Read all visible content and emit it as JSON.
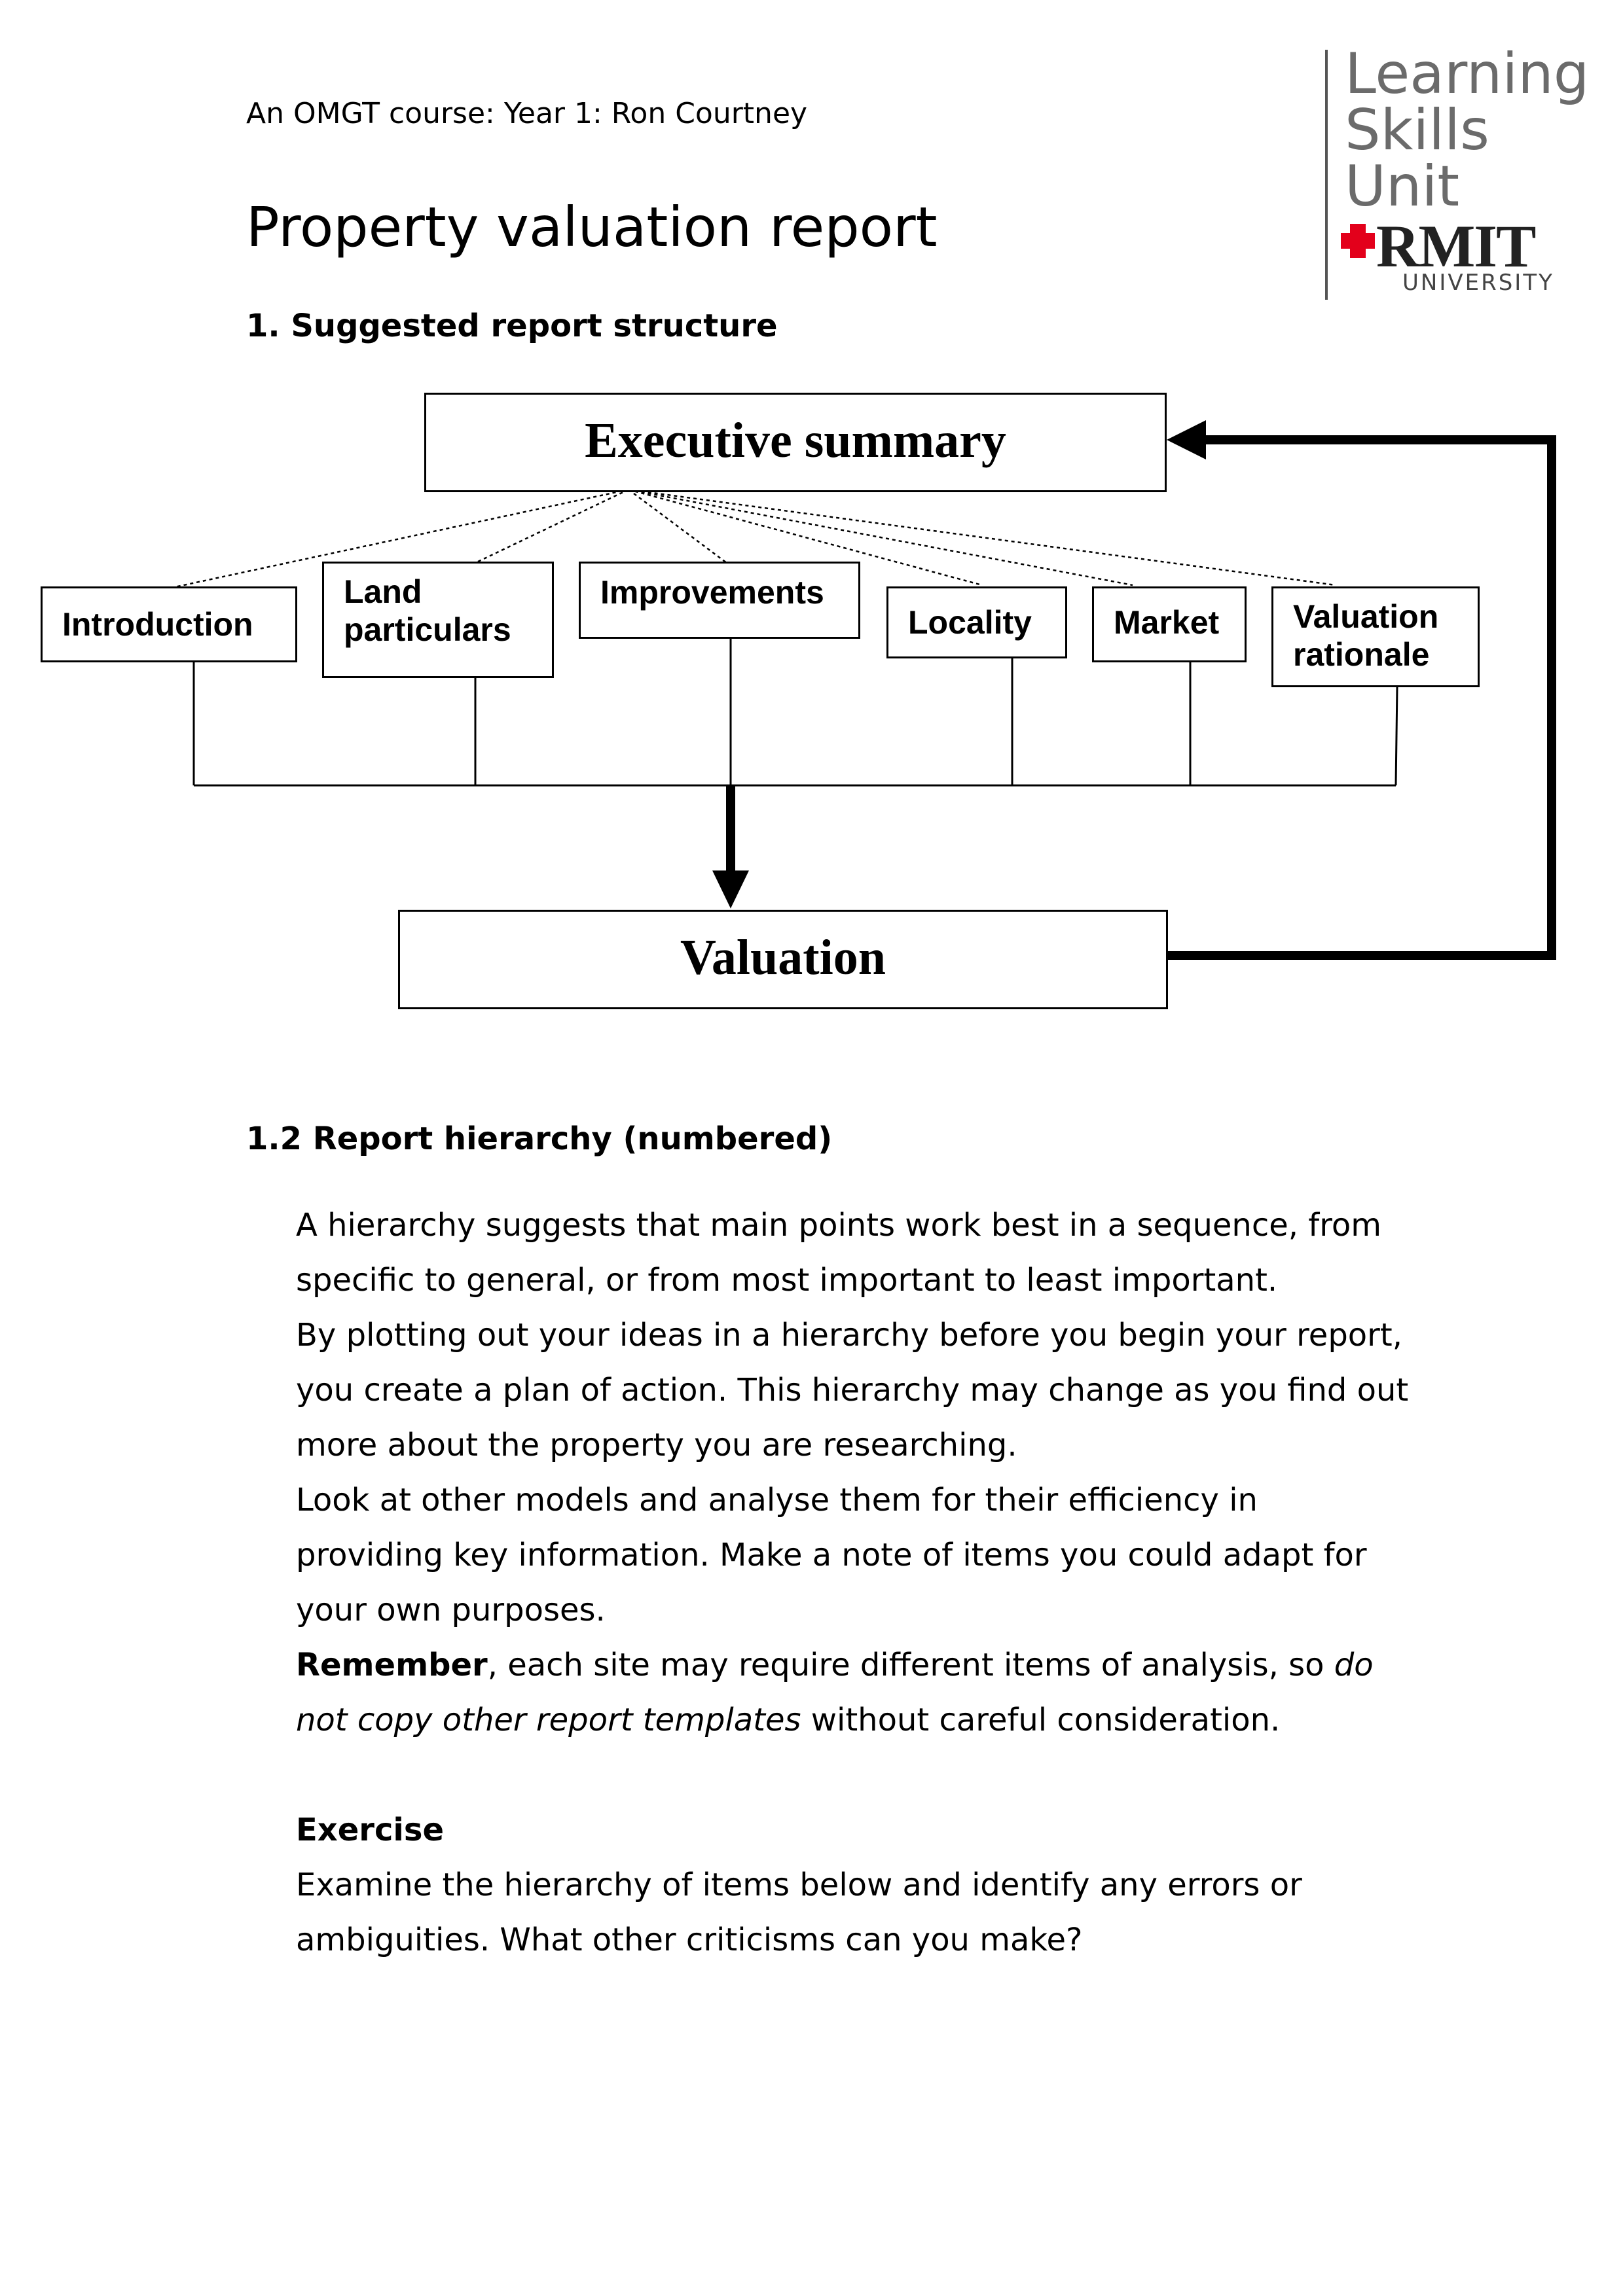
{
  "header": {
    "course_line": "An OMGT course: Year 1: Ron Courtney",
    "title": "Property valuation report"
  },
  "logo": {
    "line1": "Learning",
    "line2": "Skills",
    "line3": "Unit",
    "brand": "RMIT",
    "university": "UNIVERSITY",
    "accent_color": "#e3001b"
  },
  "section1": {
    "heading": "1. Suggested report structure"
  },
  "diagram": {
    "top_box": "Executive summary",
    "bottom_box": "Valuation",
    "items": {
      "introduction": "Introduction",
      "land": "Land particulars",
      "improvements": "Improvements",
      "locality": "Locality",
      "market": "Market",
      "valuation_rationale": "Valuation rationale"
    }
  },
  "section2": {
    "heading": "1.2 Report hierarchy (numbered)",
    "para1": "A hierarchy suggests that main points work best in a sequence, from specific to general, or from most important to least important.",
    "para2": "By plotting out your ideas in a hierarchy before you begin your report, you create a plan of action. This hierarchy may change as you find out more about the property you are researching.",
    "para3": "Look at other models and analyse them for their efficiency in providing key information. Make a note of items you could adapt for your own purposes.",
    "remember_bold": "Remember",
    "remember_text1": ", each site may require different items of analysis, so ",
    "remember_italic": "do not copy other report templates",
    "remember_text2": " without careful consideration.",
    "exercise_heading": "Exercise",
    "exercise_text": "Examine the hierarchy of items below and identify any errors or ambiguities. What other criticisms can you make?"
  }
}
